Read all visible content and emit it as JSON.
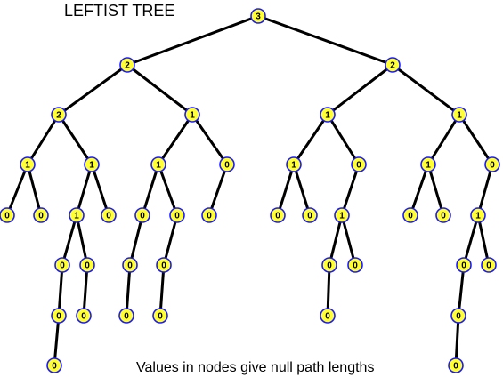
{
  "title": "LEFTIST TREE",
  "caption": "Values in nodes give null path lengths",
  "colors": {
    "node_fill": "#ffff33",
    "node_stroke": "#1a1aff",
    "edge": "#000000",
    "text": "#000000"
  },
  "tree": {
    "v": "3",
    "c": [
      {
        "v": "2",
        "c": [
          {
            "v": "2",
            "c": [
              {
                "v": "1",
                "c": [
                  {
                    "v": "0"
                  },
                  {
                    "v": "0"
                  }
                ]
              },
              {
                "v": "1",
                "c": [
                  {
                    "v": "1",
                    "c": [
                      {
                        "v": "0",
                        "c": [
                          {
                            "v": "0",
                            "c": [
                              {
                                "v": "0"
                              }
                            ]
                          }
                        ]
                      },
                      {
                        "v": "0",
                        "c": [
                          {
                            "v": "0"
                          }
                        ]
                      }
                    ]
                  },
                  {
                    "v": "0"
                  }
                ]
              }
            ]
          },
          {
            "v": "1",
            "c": [
              {
                "v": "1",
                "c": [
                  {
                    "v": "0",
                    "c": [
                      {
                        "v": "0",
                        "c": [
                          {
                            "v": "0"
                          }
                        ]
                      }
                    ]
                  },
                  {
                    "v": "0",
                    "c": [
                      {
                        "v": "0",
                        "c": [
                          {
                            "v": "0"
                          }
                        ]
                      }
                    ]
                  }
                ]
              },
              {
                "v": "0",
                "c": [
                  {
                    "v": "0"
                  }
                ]
              }
            ]
          }
        ]
      },
      {
        "v": "2",
        "c": [
          {
            "v": "1",
            "c": [
              {
                "v": "1",
                "c": [
                  {
                    "v": "0"
                  },
                  {
                    "v": "0"
                  }
                ]
              },
              {
                "v": "0",
                "c": [
                  {
                    "v": "1",
                    "c": [
                      {
                        "v": "0",
                        "c": [
                          {
                            "v": "0"
                          }
                        ]
                      },
                      {
                        "v": "0"
                      }
                    ]
                  }
                ]
              }
            ]
          },
          {
            "v": "1",
            "c": [
              {
                "v": "1",
                "c": [
                  {
                    "v": "0"
                  },
                  {
                    "v": "0"
                  }
                ]
              },
              {
                "v": "0",
                "c": [
                  {
                    "v": "1",
                    "c": [
                      {
                        "v": "0",
                        "c": [
                          {
                            "v": "0",
                            "c": [
                              {
                                "v": "0"
                              }
                            ]
                          }
                        ]
                      },
                      {
                        "v": "0"
                      }
                    ]
                  }
                ]
              }
            ]
          }
        ]
      }
    ]
  }
}
